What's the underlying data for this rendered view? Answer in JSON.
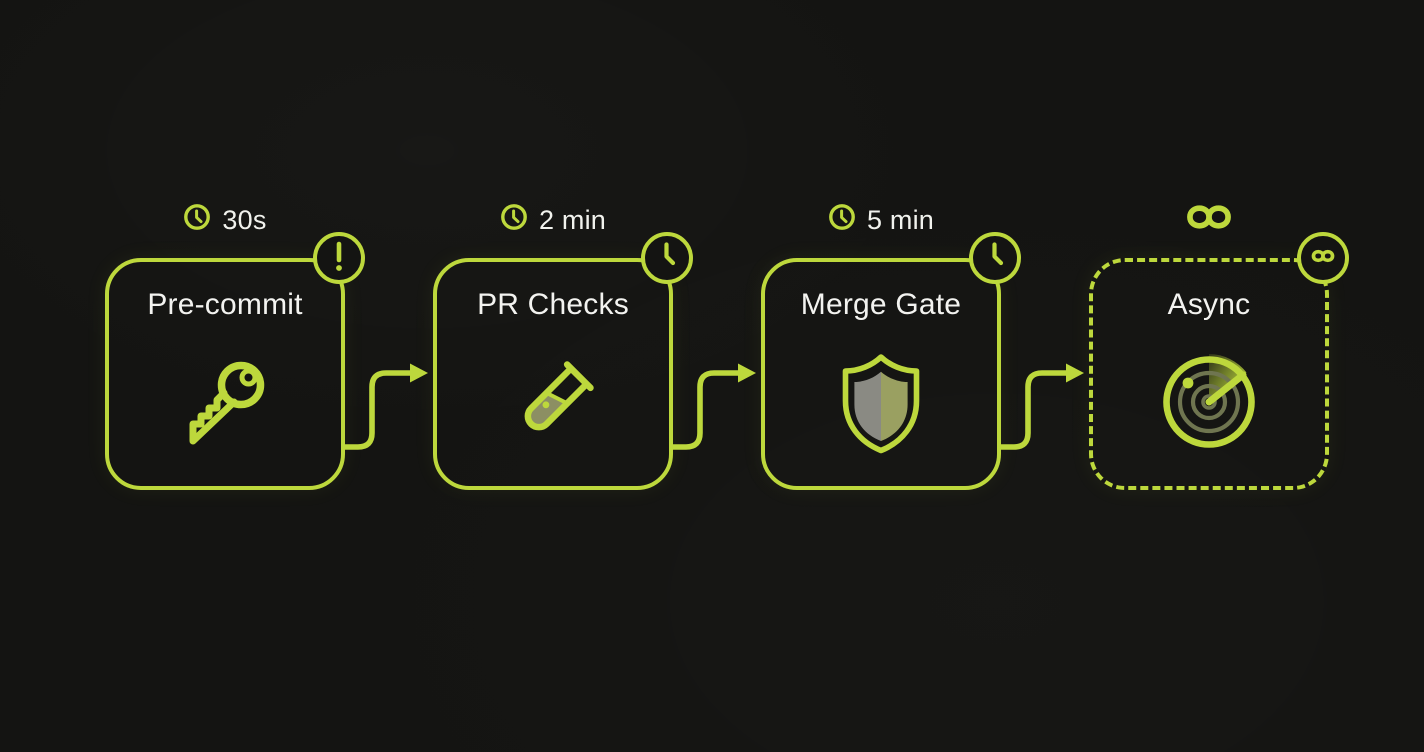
{
  "diagram": {
    "background_color": "#141412",
    "accent_color": "#bdd83c",
    "text_color": "#f3f3f0",
    "stages": [
      {
        "title": "Pre-commit",
        "time": "30s",
        "timer_icon": "clock-icon",
        "badge_icon": "exclamation-icon",
        "main_icon": "key-icon",
        "border_style": "solid"
      },
      {
        "title": "PR Checks",
        "time": "2 min",
        "timer_icon": "clock-icon",
        "badge_icon": "clock-icon",
        "main_icon": "test-tube-icon",
        "border_style": "solid"
      },
      {
        "title": "Merge Gate",
        "time": "5 min",
        "timer_icon": "clock-icon",
        "badge_icon": "clock-icon",
        "main_icon": "shield-icon",
        "border_style": "solid"
      },
      {
        "title": "Async",
        "time": "",
        "timer_icon": "infinity-icon",
        "badge_icon": "infinity-icon",
        "main_icon": "radar-icon",
        "border_style": "dashed"
      }
    ],
    "connectors": {
      "count": 3,
      "icon": "arrow-right-icon"
    },
    "icon_colors": {
      "shield_left": "#8a8a83",
      "shield_right": "#9aa061",
      "tube_fill": "#8c8f63",
      "radar_ring": "#6f7550"
    }
  }
}
